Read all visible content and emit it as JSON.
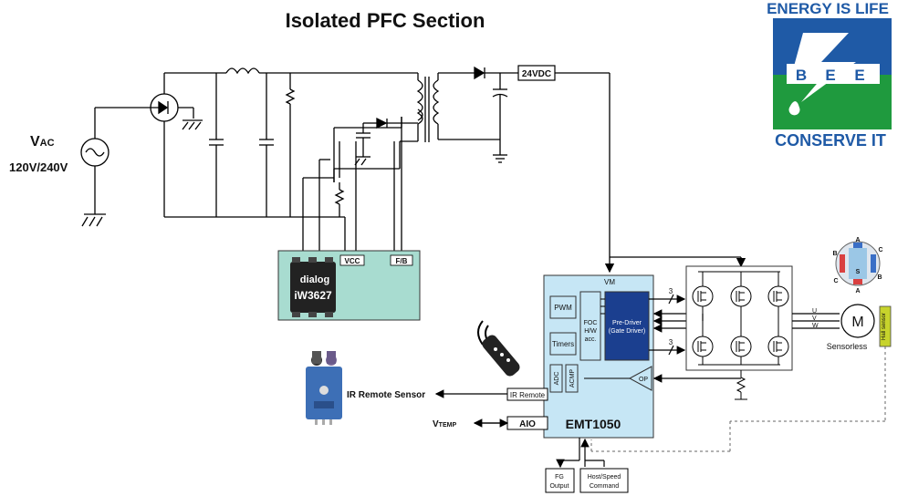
{
  "title": "Isolated PFC Section",
  "logo": {
    "top_text": "ENERGY IS LIFE",
    "letters": [
      "B",
      "E",
      "E"
    ],
    "bottom_text": "CONSERVE IT",
    "colors": {
      "blue": "#1f5aa6",
      "green": "#1f9a3e",
      "white": "#ffffff"
    }
  },
  "vac": {
    "symbol": "V",
    "subscript": "AC",
    "rating": "120V/240V"
  },
  "pfc_chip": {
    "brand": "dialog",
    "part": "iW3627",
    "pin_vcc": "VCC",
    "pin_fb": "F/B",
    "color": "#a8dcd0"
  },
  "output_label": "24VDC",
  "mcu": {
    "name": "EMT1050",
    "pin_vm": "VM",
    "blocks": {
      "pwm": "PWM",
      "timers": "Timers",
      "foc": [
        "FOC",
        "H/W",
        "acc."
      ],
      "predriver": [
        "Pre-Driver",
        "(Gate Driver)"
      ],
      "adc": "ADC",
      "acmp": "ACMP",
      "op": "OP"
    },
    "color": "#c6e6f5",
    "predriver_color": "#1b3f8f"
  },
  "ir": {
    "port": "IR Remote",
    "label": "IR Remote Sensor"
  },
  "vtemp": {
    "symbol": "V",
    "subscript": "TEMP",
    "port": "AIO"
  },
  "outputs": {
    "fg": [
      "FG",
      "Output"
    ],
    "host": [
      "Host/Speed",
      "Command"
    ]
  },
  "bus_count": "3",
  "phases": [
    "U",
    "V",
    "W"
  ],
  "motor": {
    "symbol": "M",
    "sensorless": "Sensorless",
    "hall": "Hall sensor"
  },
  "motor_diagram": {
    "letters": [
      "A",
      "B",
      "C",
      "S",
      "B",
      "C",
      "A"
    ]
  }
}
